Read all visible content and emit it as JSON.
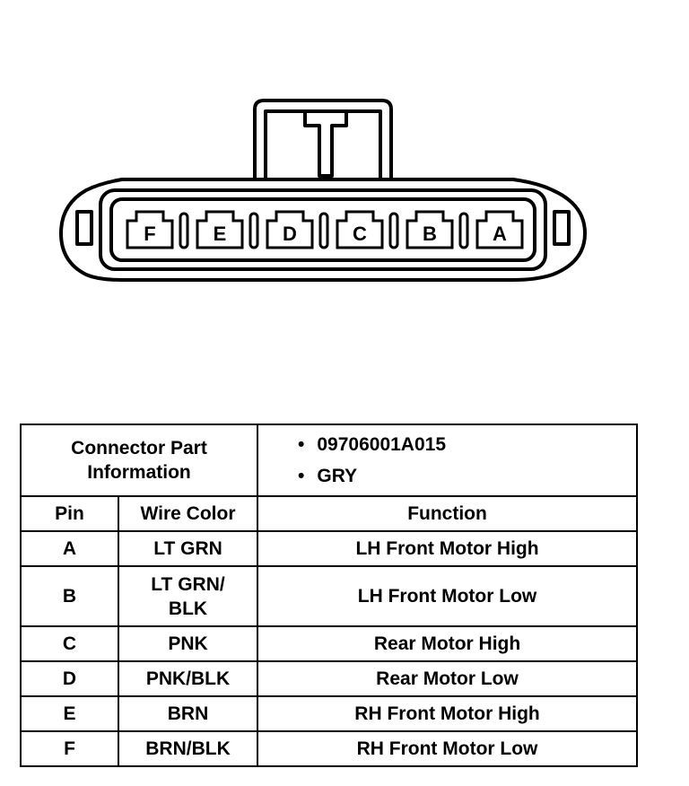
{
  "connector": {
    "pin_labels": [
      "F",
      "E",
      "D",
      "C",
      "B",
      "A"
    ]
  },
  "table": {
    "header_left": "Connector Part Information",
    "part_info": [
      "09706001A015",
      "GRY"
    ],
    "columns": [
      "Pin",
      "Wire Color",
      "Function"
    ],
    "rows": [
      {
        "pin": "A",
        "wire": "LT GRN",
        "function": "LH Front Motor High"
      },
      {
        "pin": "B",
        "wire": "LT GRN/ BLK",
        "function": "LH Front Motor Low"
      },
      {
        "pin": "C",
        "wire": "PNK",
        "function": "Rear Motor High"
      },
      {
        "pin": "D",
        "wire": "PNK/BLK",
        "function": "Rear Motor Low"
      },
      {
        "pin": "E",
        "wire": "BRN",
        "function": "RH Front Motor High"
      },
      {
        "pin": "F",
        "wire": "BRN/BLK",
        "function": "RH Front Motor Low"
      }
    ]
  }
}
